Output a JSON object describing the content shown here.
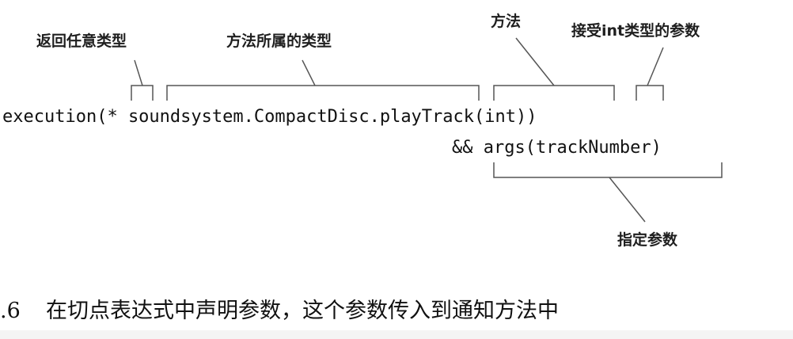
{
  "annotations": {
    "return_type": "返回任意类型",
    "method_owner_type": "方法所属的类型",
    "method": "方法",
    "int_param": "接受int类型的参数",
    "specify_param": "指定参数"
  },
  "code": {
    "line1": "execution(* soundsystem.CompactDisc.playTrack(int))",
    "line2": "&& args(trackNumber)"
  },
  "caption": {
    "number": ".6",
    "text": "在切点表达式中声明参数，这个参数传入到通知方法中"
  }
}
